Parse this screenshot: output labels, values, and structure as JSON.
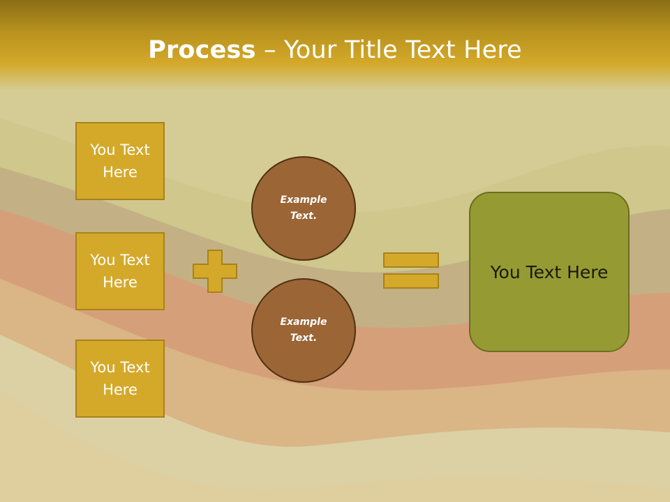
{
  "slide": {
    "title_strong": "Process",
    "title_rest": " – Your Title Text Here"
  },
  "inputs": [
    {
      "label": "You Text Here"
    },
    {
      "label": "You Text Here"
    },
    {
      "label": "You Text Here"
    }
  ],
  "circles": [
    {
      "label": "Example Text."
    },
    {
      "label": "Example Text."
    }
  ],
  "result": {
    "label": "You Text Here"
  },
  "colors": {
    "header": "#d4a92a",
    "box_fill": "#d4a92a",
    "circle_fill": "#9b6536",
    "result_fill": "#969a33",
    "band_red": "#c4502c",
    "band_dark": "#8a6a3a",
    "band_green": "#b9b25a"
  },
  "icons": {
    "operator_add": "plus-icon",
    "operator_result": "equals-icon"
  }
}
